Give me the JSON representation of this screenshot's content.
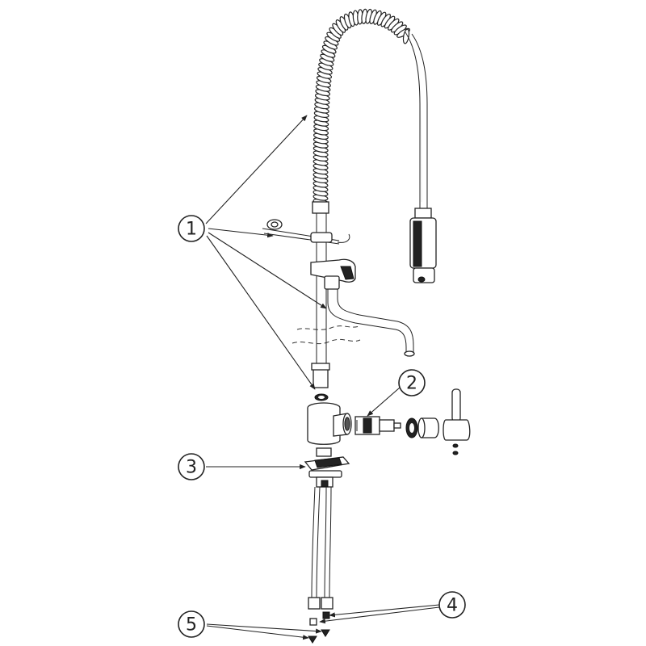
{
  "callouts": [
    {
      "id": "c1",
      "label": "1"
    },
    {
      "id": "c2",
      "label": "2"
    },
    {
      "id": "c3",
      "label": "3"
    },
    {
      "id": "c4",
      "label": "4"
    },
    {
      "id": "c5",
      "label": "5"
    }
  ],
  "colors": {
    "line": "#222222",
    "background": "#ffffff",
    "shade": "#555555"
  }
}
